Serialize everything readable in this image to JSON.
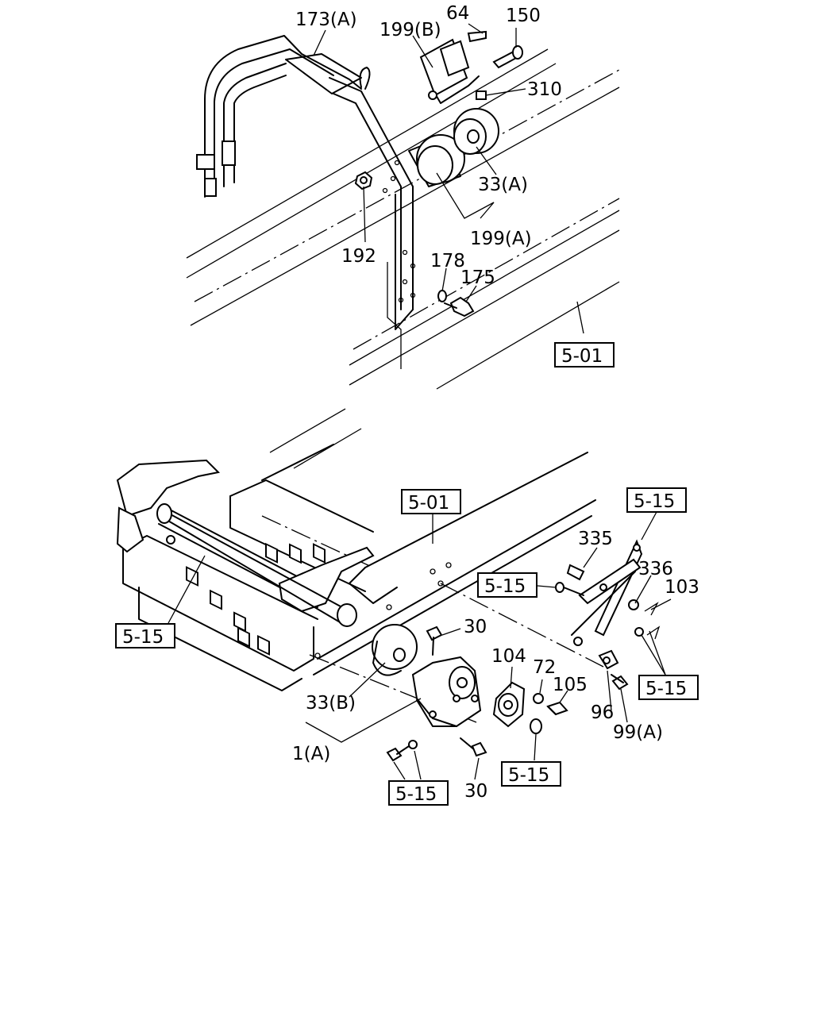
{
  "top_view": {
    "callouts": {
      "c173a": "173(A)",
      "c64": "64",
      "c150": "150",
      "c199b": "199(B)",
      "c310": "310",
      "c33a": "33(A)",
      "c199a": "199(A)",
      "c192": "192",
      "c178": "178",
      "c175": "175"
    },
    "refs": {
      "r501": "5-01"
    }
  },
  "bottom_view": {
    "callouts": {
      "c335": "335",
      "c336": "336",
      "c103": "103",
      "c30a": "30",
      "c104": "104",
      "c72": "72",
      "c105": "105",
      "c96": "96",
      "c99a": "99(A)",
      "c33b": "33(B)",
      "c1a": "1(A)",
      "c30b": "30"
    },
    "refs": {
      "r501": "5-01",
      "r515_top": "5-15",
      "r515_mid": "5-15",
      "r515_left": "5-15",
      "r515_right": "5-15",
      "r515_low_a": "5-15",
      "r515_low_b": "5-15"
    }
  }
}
